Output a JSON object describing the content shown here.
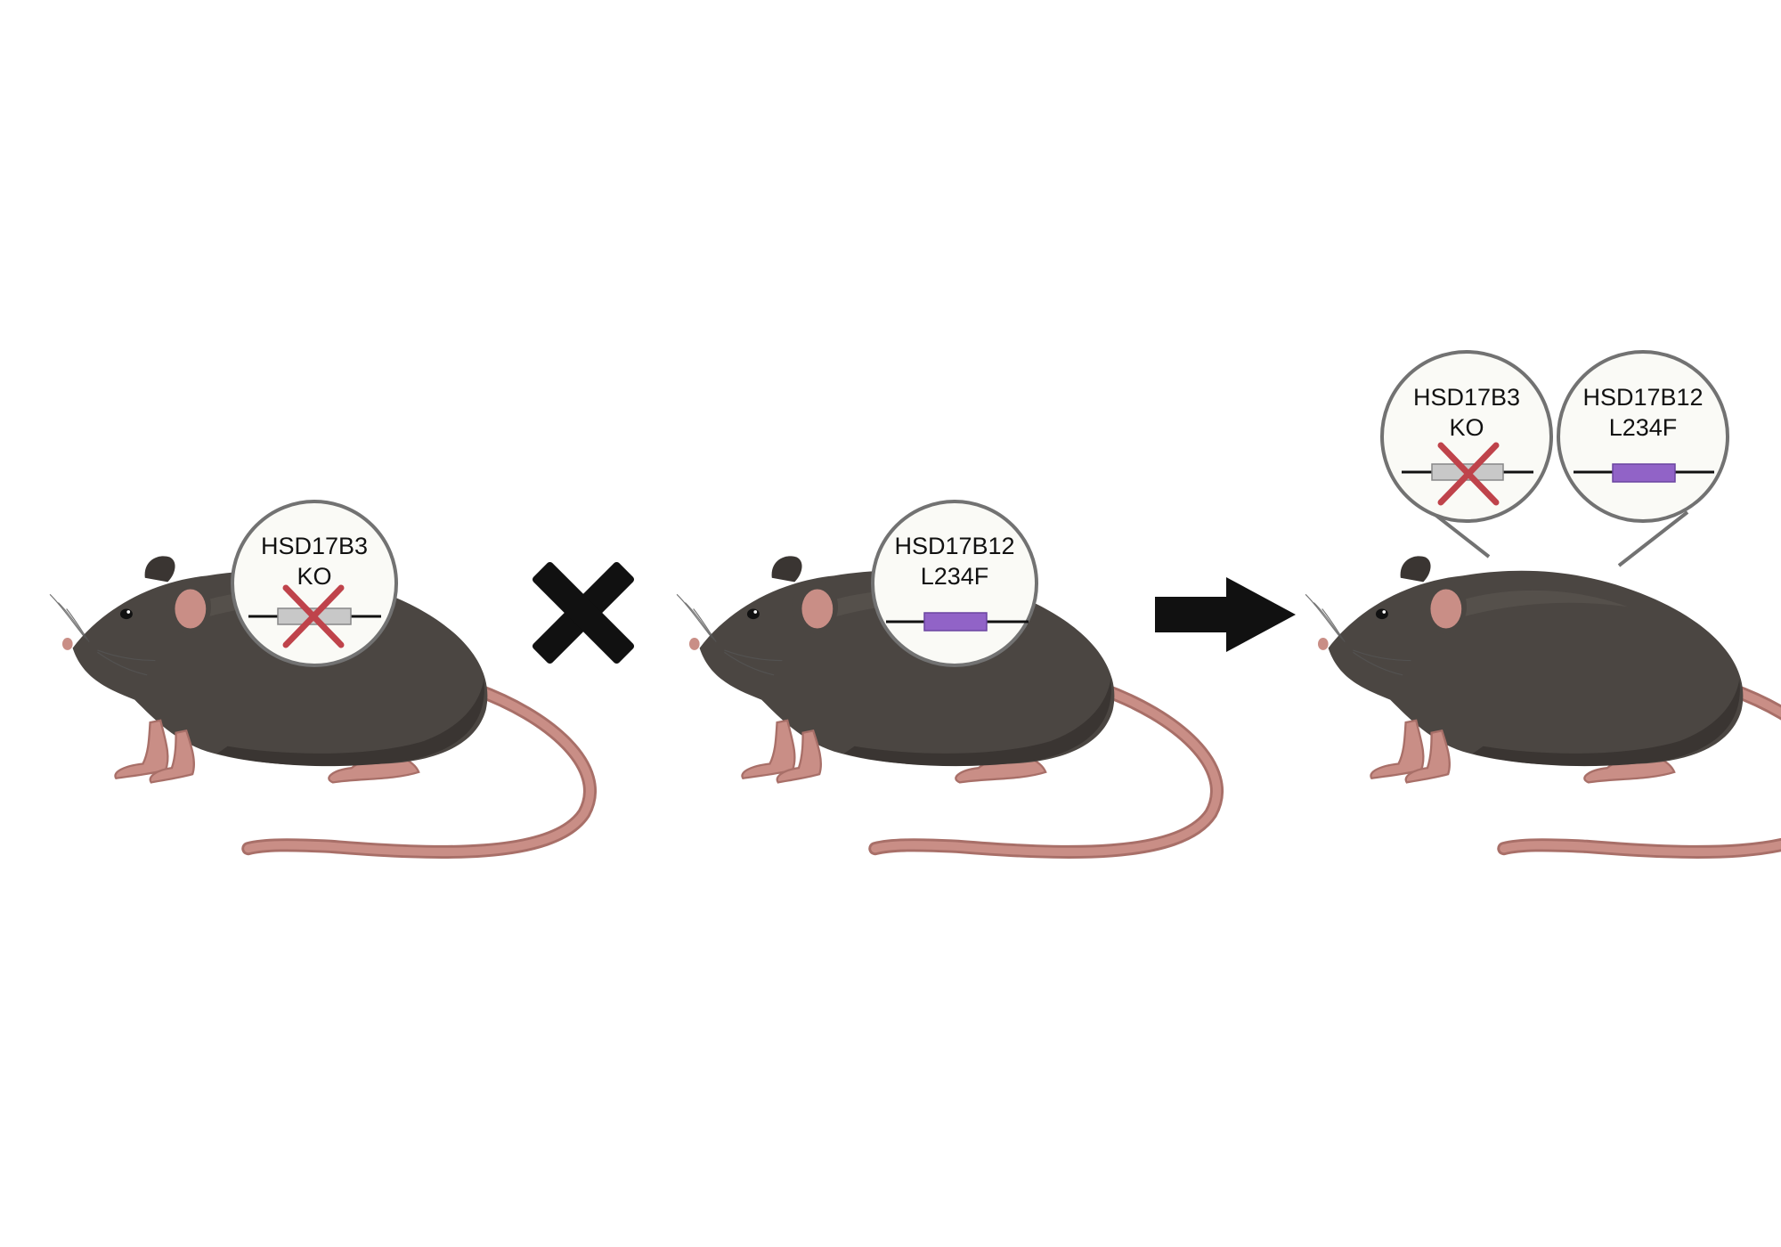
{
  "mice": [
    {
      "id": "parent-1",
      "callouts": [
        {
          "gene": "HSD17B3",
          "modification": "KO",
          "allele": "knockout"
        }
      ]
    },
    {
      "id": "parent-2",
      "callouts": [
        {
          "gene": "HSD17B12",
          "modification": "L234F",
          "allele": "point-mutation"
        }
      ]
    },
    {
      "id": "offspring",
      "callouts": [
        {
          "gene": "HSD17B3",
          "modification": "KO",
          "allele": "knockout"
        },
        {
          "gene": "HSD17B12",
          "modification": "L234F",
          "allele": "point-mutation"
        }
      ]
    }
  ],
  "operators": {
    "cross": "cross-icon",
    "result": "arrow-right-icon"
  },
  "colors": {
    "fur": "#4b4642",
    "fur_shadow": "#3a3532",
    "fur_highlight": "#5b5651",
    "skin": "#c98e86",
    "skin_dark": "#a86f68",
    "callout_fill": "#fafaf6",
    "callout_stroke": "#727272",
    "knockout_cross": "#bf434b",
    "knockout_block": "#c8c8c8",
    "mutation_block": "#9163c7",
    "operator": "#111111"
  }
}
